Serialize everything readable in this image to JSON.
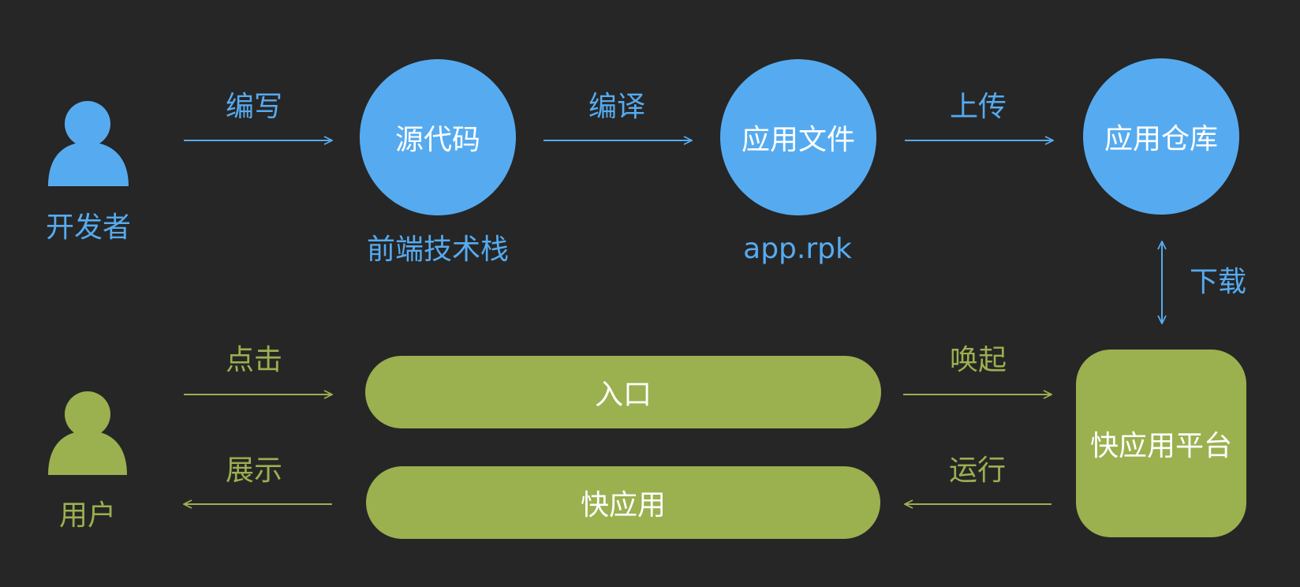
{
  "colors": {
    "background": "#262626",
    "developer_flow": "#56abf0",
    "user_flow": "#9bb04f",
    "node_text": "#ffffff"
  },
  "actors": {
    "developer": {
      "label": "开发者",
      "icon": "person-icon"
    },
    "user": {
      "label": "用户",
      "icon": "person-icon"
    }
  },
  "nodes": {
    "source_code": {
      "label": "源代码",
      "caption": "前端技术栈"
    },
    "app_file": {
      "label": "应用文件",
      "caption": "app.rpk"
    },
    "app_store": {
      "label": "应用仓库"
    },
    "entry": {
      "label": "入口"
    },
    "quick_app": {
      "label": "快应用"
    },
    "platform": {
      "label": "快应用平台"
    }
  },
  "edges": {
    "write": "编写",
    "compile": "编译",
    "upload": "上传",
    "download": "下载",
    "click": "点击",
    "invoke": "唤起",
    "run": "运行",
    "display": "展示"
  }
}
